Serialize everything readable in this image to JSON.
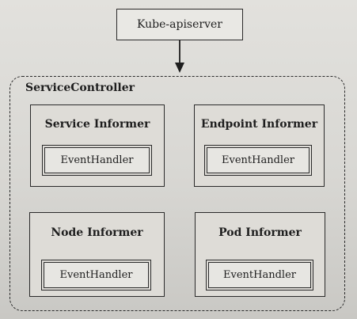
{
  "apiserver": {
    "label": "Kube-apiserver"
  },
  "controller": {
    "title": "ServiceController"
  },
  "informers": [
    {
      "title": "Service Informer",
      "handler": "EventHandler"
    },
    {
      "title": "Endpoint Informer",
      "handler": "EventHandler"
    },
    {
      "title": "Node Informer",
      "handler": "EventHandler"
    },
    {
      "title": "Pod Informer",
      "handler": "EventHandler"
    }
  ]
}
